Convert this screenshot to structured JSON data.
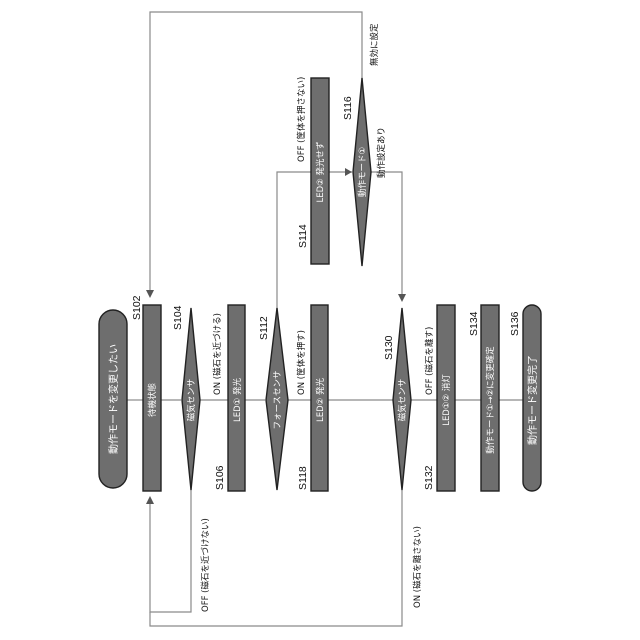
{
  "diagram": {
    "nodes": {
      "start": "動作モードを変更したい",
      "s102": "待機状態",
      "s104": "磁気センサ",
      "s106": "LED① 発光",
      "s112": "フォースセンサ",
      "s114": "LED② 発光せず",
      "s116": "動作モード①",
      "s118": "LED② 発光",
      "s130": "磁気センサ",
      "s132": "LED①② 消灯",
      "s134": "動作モード①→②に変更確定",
      "end": "動作モード変更完了"
    },
    "steps": {
      "s102": "S102",
      "s104": "S104",
      "s106": "S106",
      "s112": "S112",
      "s114": "S114",
      "s116": "S116",
      "s118": "S118",
      "s130": "S130",
      "s132": "S132",
      "s134": "S134",
      "s136": "S136"
    },
    "edges": {
      "on_magnet_near": "ON (磁石を近づける)",
      "off_magnet_not_near": "OFF (磁石を近づけない)",
      "on_press": "ON (筐体を押す)",
      "off_not_press": "OFF (筐体を押さない)",
      "setting_exists": "動作設定あり",
      "setting_invalid": "無効に設定",
      "off_magnet_away": "OFF (磁石を離す)",
      "on_magnet_not_away": "ON (磁石を離さない)"
    }
  }
}
